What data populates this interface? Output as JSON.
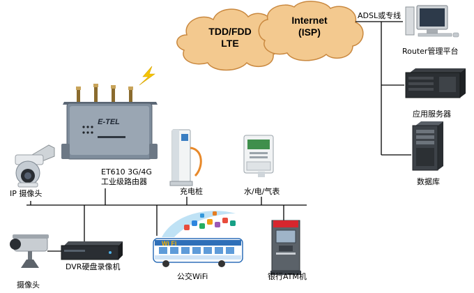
{
  "clouds": {
    "lte_line1": "TDD/FDD",
    "lte_line2": "LTE",
    "internet_line1": "Internet",
    "internet_line2": "(ISP)",
    "color": "#f3c98f",
    "stroke": "#c9883f"
  },
  "link_label": "ADSL或专线",
  "router": {
    "model": "ET610 3G/4G",
    "desc": "工业级路由器",
    "brand": "E-TEL",
    "body_color": "#7e8c9b"
  },
  "server_side": {
    "router_mgmt": "Router管理平台",
    "app_server": "应用服务器",
    "database": "数据库"
  },
  "devices": {
    "ip_camera": "IP 摄像头",
    "charging_pile": "充电桩",
    "meter": "水/电/气表",
    "dvr": "DVR硬盘录像机",
    "bus_wifi": "公交WiFi",
    "atm": "银行ATM机",
    "camera": "摄像头"
  },
  "bus": {
    "wifi_text": "Wi Fi"
  },
  "icons": {
    "signal": "lightning-signal-icon"
  },
  "colors": {
    "line": "#000000",
    "lightning": "#f5c400",
    "atm_red": "#d7262e"
  }
}
